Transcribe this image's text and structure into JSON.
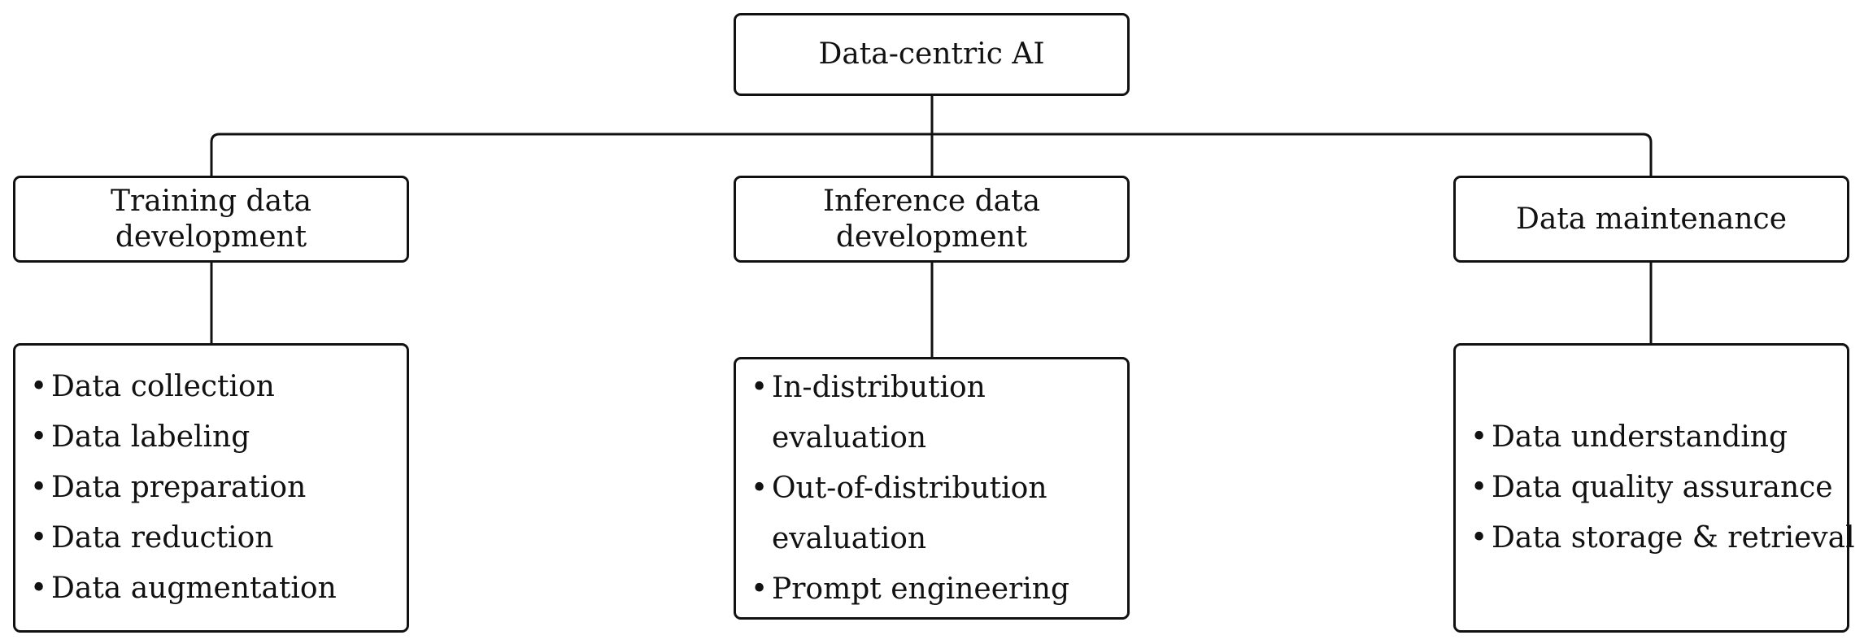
{
  "diagram": {
    "root": {
      "label": "Data-centric AI"
    },
    "branches": [
      {
        "heading": [
          "Training data",
          "development"
        ],
        "items": [
          [
            "Data collection"
          ],
          [
            "Data labeling"
          ],
          [
            "Data preparation"
          ],
          [
            "Data reduction"
          ],
          [
            "Data augmentation"
          ]
        ]
      },
      {
        "heading": [
          "Inference data",
          "development"
        ],
        "items": [
          [
            "In-distribution",
            "evaluation"
          ],
          [
            "Out-of-distribution",
            "evaluation"
          ],
          [
            "Prompt engineering"
          ]
        ]
      },
      {
        "heading": [
          "Data maintenance"
        ],
        "items": [
          [
            "Data understanding"
          ],
          [
            "Data quality assurance"
          ],
          [
            "Data storage & retrieval"
          ]
        ]
      }
    ],
    "colors": {
      "stroke": "#111111",
      "background": "#ffffff"
    }
  }
}
